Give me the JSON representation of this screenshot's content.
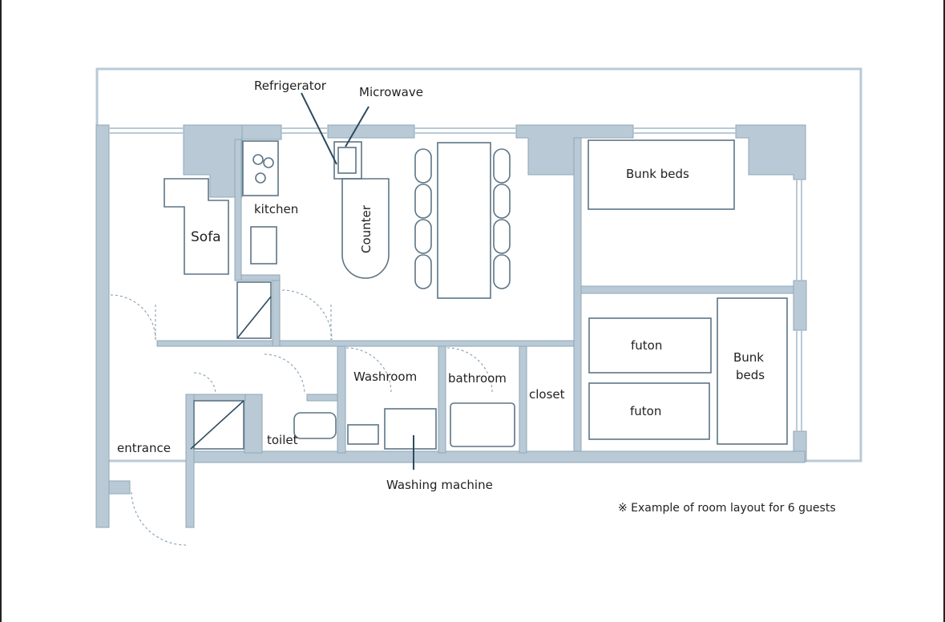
{
  "labels": {
    "refrigerator": "Refrigerator",
    "microwave": "Microwave",
    "kitchen": "kitchen",
    "sofa": "Sofa",
    "counter": "Counter",
    "bunk_beds_top": "Bunk beds",
    "futon_top": "futon",
    "futon_bottom": "futon",
    "bunk_beds_right_line1": "Bunk",
    "bunk_beds_right_line2": "beds",
    "washroom": "Washroom",
    "bathroom": "bathroom",
    "closet": "closet",
    "toilet": "toilet",
    "entrance": "entrance",
    "washing_machine": "Washing machine",
    "note": "※ Example of room layout for 6 guests"
  },
  "colors": {
    "wall": "#b9cad6",
    "wall_line": "#7f9aab",
    "fixture": "#5d7485",
    "pointer": "#2c4b5e"
  }
}
